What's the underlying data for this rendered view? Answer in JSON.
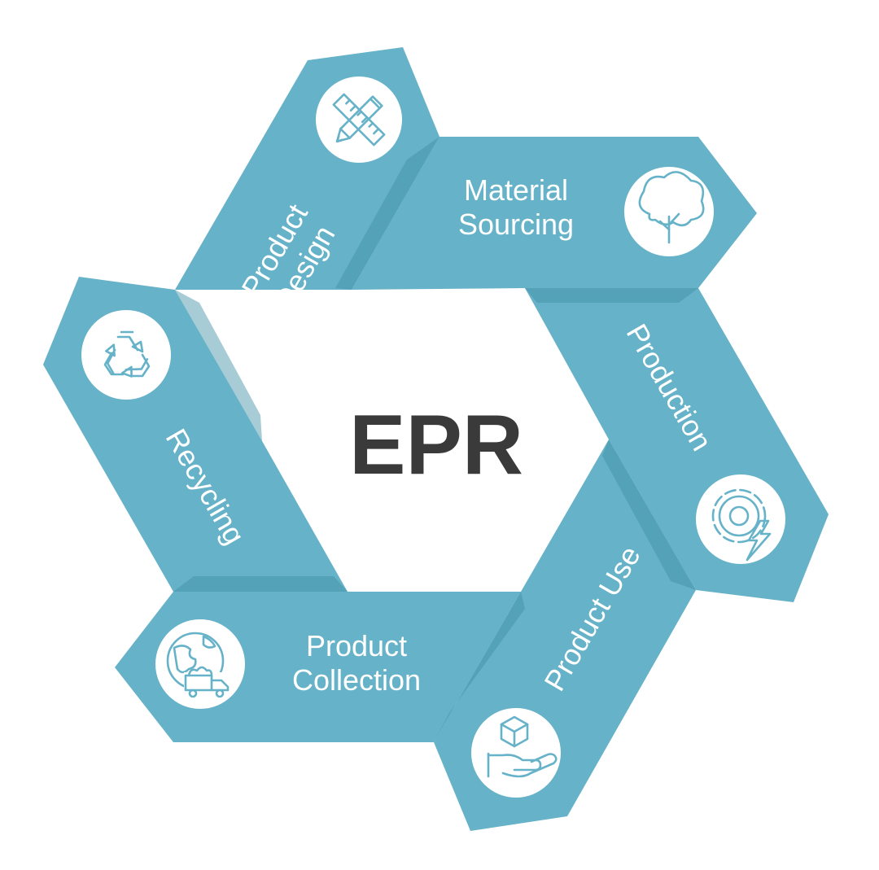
{
  "center": {
    "label": "EPR"
  },
  "stages": [
    {
      "id": "product-design",
      "lines": [
        "Product",
        "Design"
      ],
      "icon": "pencil-ruler-icon"
    },
    {
      "id": "material-sourcing",
      "lines": [
        "Material",
        "Sourcing"
      ],
      "icon": "tree-icon"
    },
    {
      "id": "production",
      "lines": [
        "Production"
      ],
      "icon": "gear-lightning-icon"
    },
    {
      "id": "product-use",
      "lines": [
        "Product Use"
      ],
      "icon": "hand-box-icon"
    },
    {
      "id": "product-collection",
      "lines": [
        "Product",
        "Collection"
      ],
      "icon": "globe-truck-icon"
    },
    {
      "id": "recycling",
      "lines": [
        "Recycling"
      ],
      "icon": "recycle-icon"
    }
  ],
  "colors": {
    "arm": "#66b2c8",
    "text": "#ffffff",
    "center_text": "#3a3a3a",
    "background": "#ffffff"
  }
}
